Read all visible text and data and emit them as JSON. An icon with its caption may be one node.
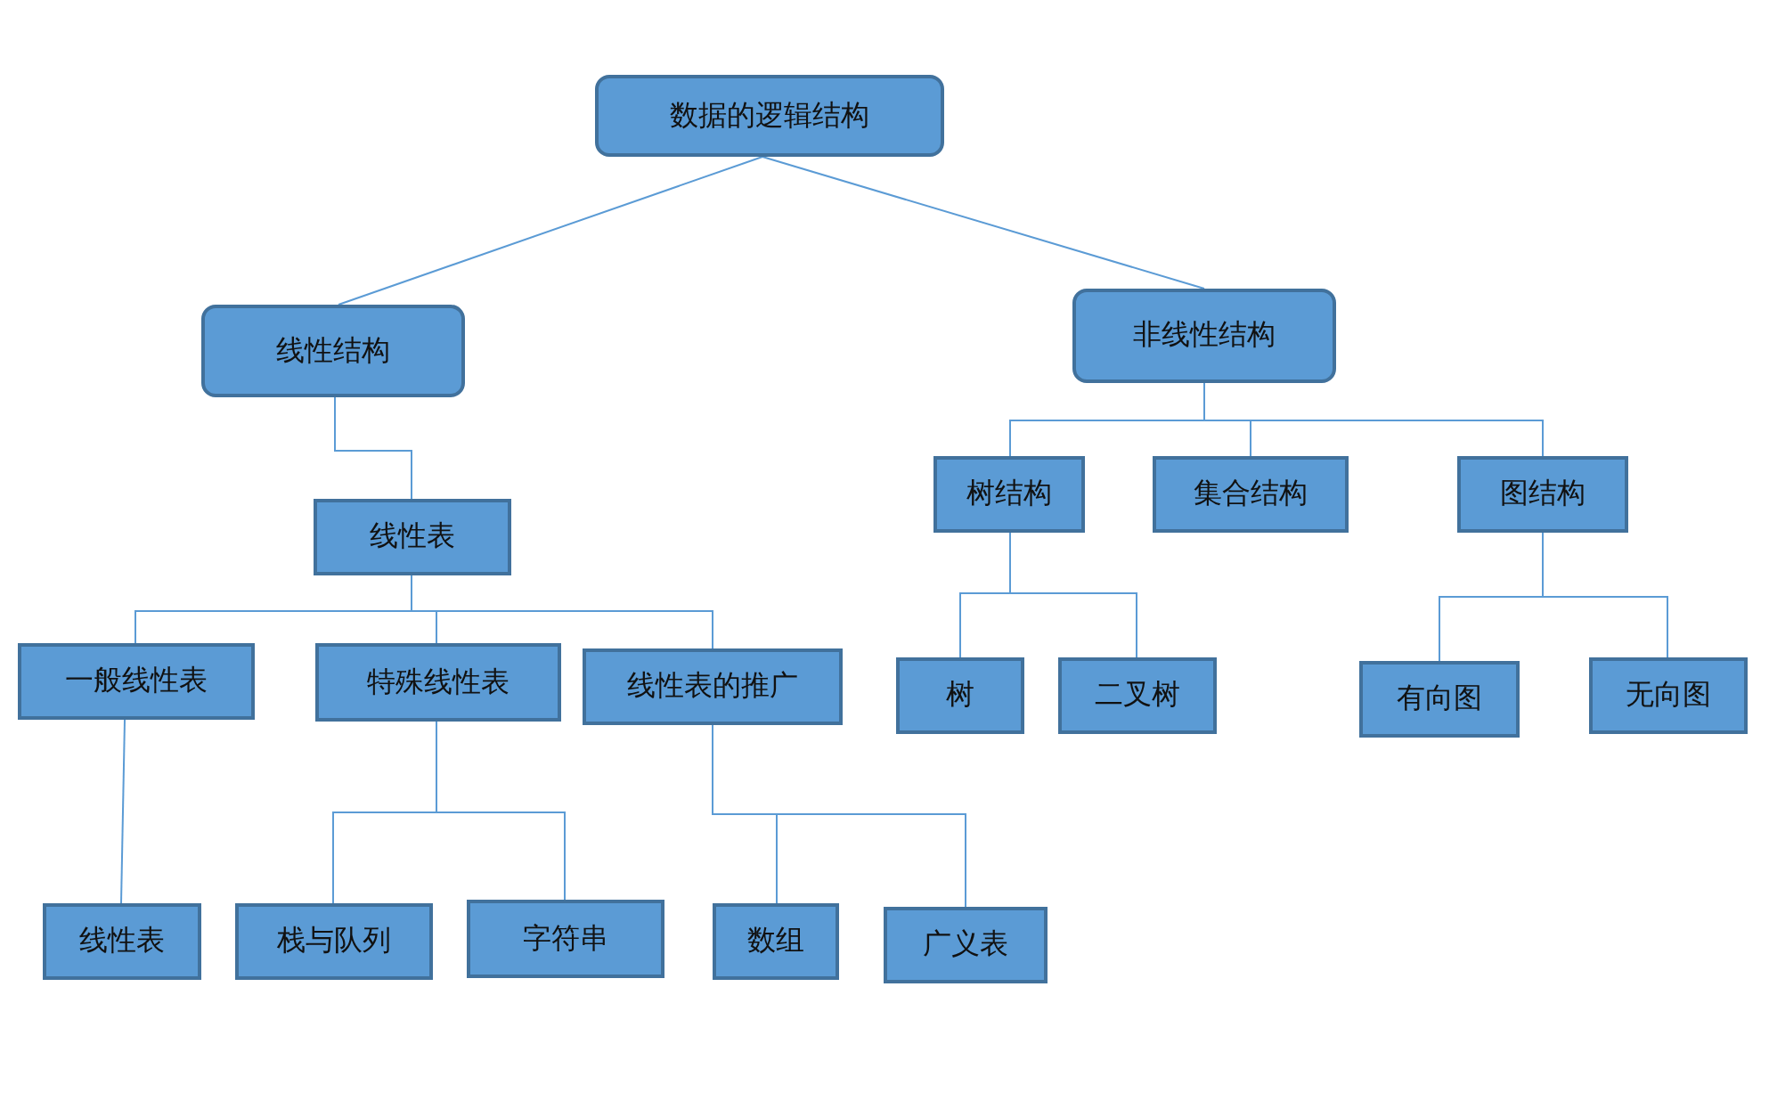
{
  "diagram": {
    "nodes": [
      {
        "text": [
          "数据的逻辑结构"
        ]
      },
      {
        "text": [
          "线性结构"
        ]
      },
      {
        "text": [
          "非线性结构"
        ]
      },
      {
        "text": [
          "线性表"
        ]
      },
      {
        "text": [
          "树结构"
        ]
      },
      {
        "text": [
          "集合结构"
        ]
      },
      {
        "text": [
          "图结构"
        ]
      },
      {
        "text": [
          "一般线性表"
        ]
      },
      {
        "text": [
          "特殊线性表"
        ]
      },
      {
        "text": [
          "线性表的推广"
        ]
      },
      {
        "text": [
          "树"
        ]
      },
      {
        "text": [
          "二叉树"
        ]
      },
      {
        "text": [
          "有向图"
        ]
      },
      {
        "text": [
          "无向图"
        ]
      },
      {
        "text": [
          "线性表"
        ]
      },
      {
        "text": [
          "栈与队列"
        ]
      },
      {
        "text": [
          "字符串"
        ]
      },
      {
        "text": [
          "数组"
        ]
      },
      {
        "text": [
          "广义表"
        ]
      }
    ],
    "edges": [
      {
        "from": 0,
        "to": 1,
        "arrow": "none"
      },
      {
        "from": 0,
        "to": 2,
        "arrow": "none"
      },
      {
        "from": 1,
        "to": 3,
        "arrow": "none"
      },
      {
        "from": 3,
        "to": 7,
        "arrow": "none"
      },
      {
        "from": 3,
        "to": 8,
        "arrow": "none"
      },
      {
        "from": 3,
        "to": 9,
        "arrow": "none"
      },
      {
        "from": 2,
        "to": 4,
        "arrow": "none"
      },
      {
        "from": 2,
        "to": 5,
        "arrow": "none"
      },
      {
        "from": 2,
        "to": 6,
        "arrow": "none"
      },
      {
        "from": 4,
        "to": 10,
        "arrow": "none"
      },
      {
        "from": 4,
        "to": 11,
        "arrow": "none"
      },
      {
        "from": 6,
        "to": 12,
        "arrow": "none"
      },
      {
        "from": 6,
        "to": 13,
        "arrow": "none"
      },
      {
        "from": 7,
        "to": 14,
        "arrow": "none"
      },
      {
        "from": 8,
        "to": 15,
        "arrow": "none"
      },
      {
        "from": 8,
        "to": 16,
        "arrow": "none"
      },
      {
        "from": 9,
        "to": 17,
        "arrow": "none"
      },
      {
        "from": 9,
        "to": 18,
        "arrow": "none"
      }
    ]
  }
}
